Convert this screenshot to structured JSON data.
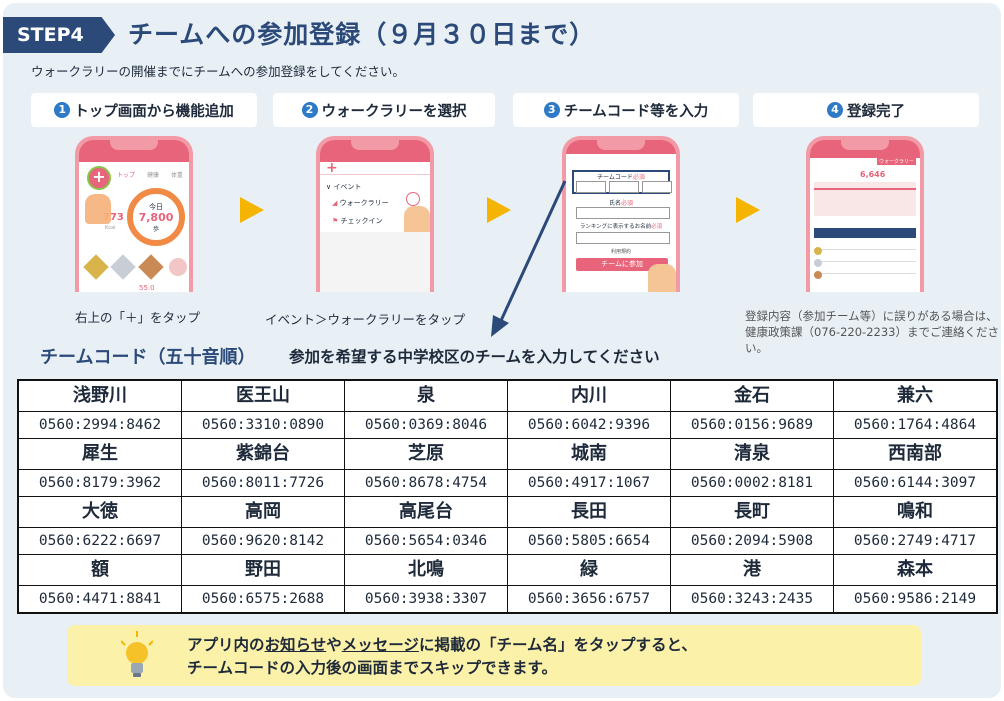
{
  "header": {
    "step_label": "STEP4",
    "title": "チームへの参加登録（９月３０日まで）",
    "subtitle": "ウォークラリーの開催までにチームへの参加登録をしてください。"
  },
  "steps": [
    {
      "num": "1",
      "label": "トップ画面から機能追加",
      "caption": "右上の「＋」をタップ"
    },
    {
      "num": "2",
      "label": "ウォークラリーを選択",
      "caption": "イベント＞ウォークラリーをタップ"
    },
    {
      "num": "3",
      "label": "チームコード等を入力",
      "caption": ""
    },
    {
      "num": "4",
      "label": "登録完了",
      "caption": ""
    }
  ],
  "phones": {
    "p1": {
      "tab1": "トップ",
      "tab2": "健康",
      "tab3": "体重",
      "ring_label": "今日",
      "steps": "7,800",
      "unit": "歩",
      "kcal": "773",
      "kcal_unit": "Kcal",
      "bottom_value": "55.0"
    },
    "p2": {
      "menu_event": "イベント",
      "menu_walk": "ウォークラリー",
      "menu_checkin": "チェックイン"
    },
    "p3": {
      "team_code_label": "チームコード",
      "required": "必須",
      "name_label": "氏名",
      "rank_label": "ランキングに表示するお名前",
      "terms": "利用規約",
      "join_button": "チームに参加"
    },
    "p4": {
      "header_tab": "ウォークラリー",
      "total": "6,646"
    }
  },
  "note": {
    "line1": "登録内容（参加チーム等）に誤りがある場合は、",
    "line2": "健康政策課（076-220-2233）までご連絡ください。"
  },
  "table": {
    "title": "チームコード（五十音順）",
    "subtitle": "参加を希望する中学校区のチームを入力してください",
    "rows": [
      [
        {
          "name": "浅野川",
          "code": "0560:2994:8462"
        },
        {
          "name": "医王山",
          "code": "0560:3310:0890"
        },
        {
          "name": "泉",
          "code": "0560:0369:8046"
        },
        {
          "name": "内川",
          "code": "0560:6042:9396"
        },
        {
          "name": "金石",
          "code": "0560:0156:9689"
        },
        {
          "name": "兼六",
          "code": "0560:1764:4864"
        }
      ],
      [
        {
          "name": "犀生",
          "code": "0560:8179:3962"
        },
        {
          "name": "紫錦台",
          "code": "0560:8011:7726"
        },
        {
          "name": "芝原",
          "code": "0560:8678:4754"
        },
        {
          "name": "城南",
          "code": "0560:4917:1067"
        },
        {
          "name": "清泉",
          "code": "0560:0002:8181"
        },
        {
          "name": "西南部",
          "code": "0560:6144:3097"
        }
      ],
      [
        {
          "name": "大徳",
          "code": "0560:6222:6697"
        },
        {
          "name": "高岡",
          "code": "0560:9620:8142"
        },
        {
          "name": "高尾台",
          "code": "0560:5654:0346"
        },
        {
          "name": "長田",
          "code": "0560:5805:6654"
        },
        {
          "name": "長町",
          "code": "0560:2094:5908"
        },
        {
          "name": "鳴和",
          "code": "0560:2749:4717"
        }
      ],
      [
        {
          "name": "額",
          "code": "0560:4471:8841"
        },
        {
          "name": "野田",
          "code": "0560:6575:2688"
        },
        {
          "name": "北鳴",
          "code": "0560:3938:3307"
        },
        {
          "name": "緑",
          "code": "0560:3656:6757"
        },
        {
          "name": "港",
          "code": "0560:3243:2435"
        },
        {
          "name": "森本",
          "code": "0560:9586:2149"
        }
      ]
    ]
  },
  "tip": {
    "l1_a": "アプリ内の",
    "l1_b": "お知らせ",
    "l1_c": "や",
    "l1_d": "メッセージ",
    "l1_e": "に掲載の「チーム名」をタップすると、",
    "line2": "チームコードの入力後の画面までスキップできます。"
  },
  "colors": {
    "navy": "#2b4a7a",
    "pink": "#e8647a",
    "yellow": "#f5b400",
    "panel": "#e8f0f6"
  }
}
